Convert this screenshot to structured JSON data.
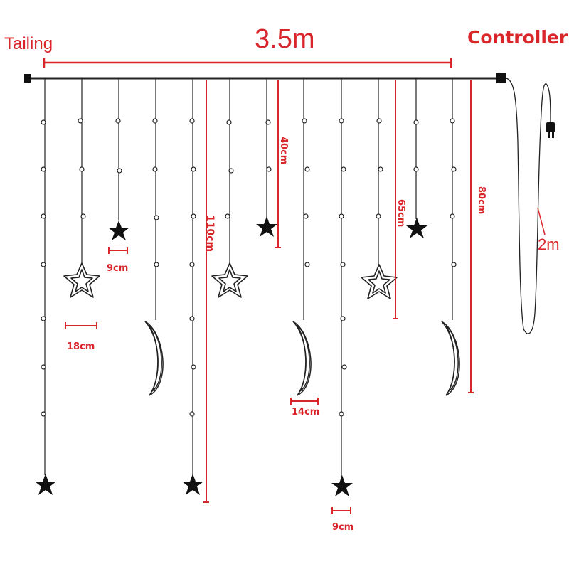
{
  "labels": {
    "tailing": "Tailing",
    "length": "3.5m",
    "controller": "Controller",
    "cord": "2m",
    "star_small_1": "9cm",
    "star_outline": "18cm",
    "moon": "14cm",
    "star_small_2": "9cm",
    "drop_40": "40cm",
    "drop_65": "65cm",
    "drop_80": "80cm",
    "drop_110": "110cm"
  },
  "colors": {
    "annotation": "#d9262b",
    "line": "#222222",
    "shape_fill": "#111111"
  },
  "icons": [
    "plug-icon",
    "controller-box-icon",
    "tailing-connector-icon",
    "star-icon",
    "star-outline-icon",
    "moon-icon"
  ]
}
